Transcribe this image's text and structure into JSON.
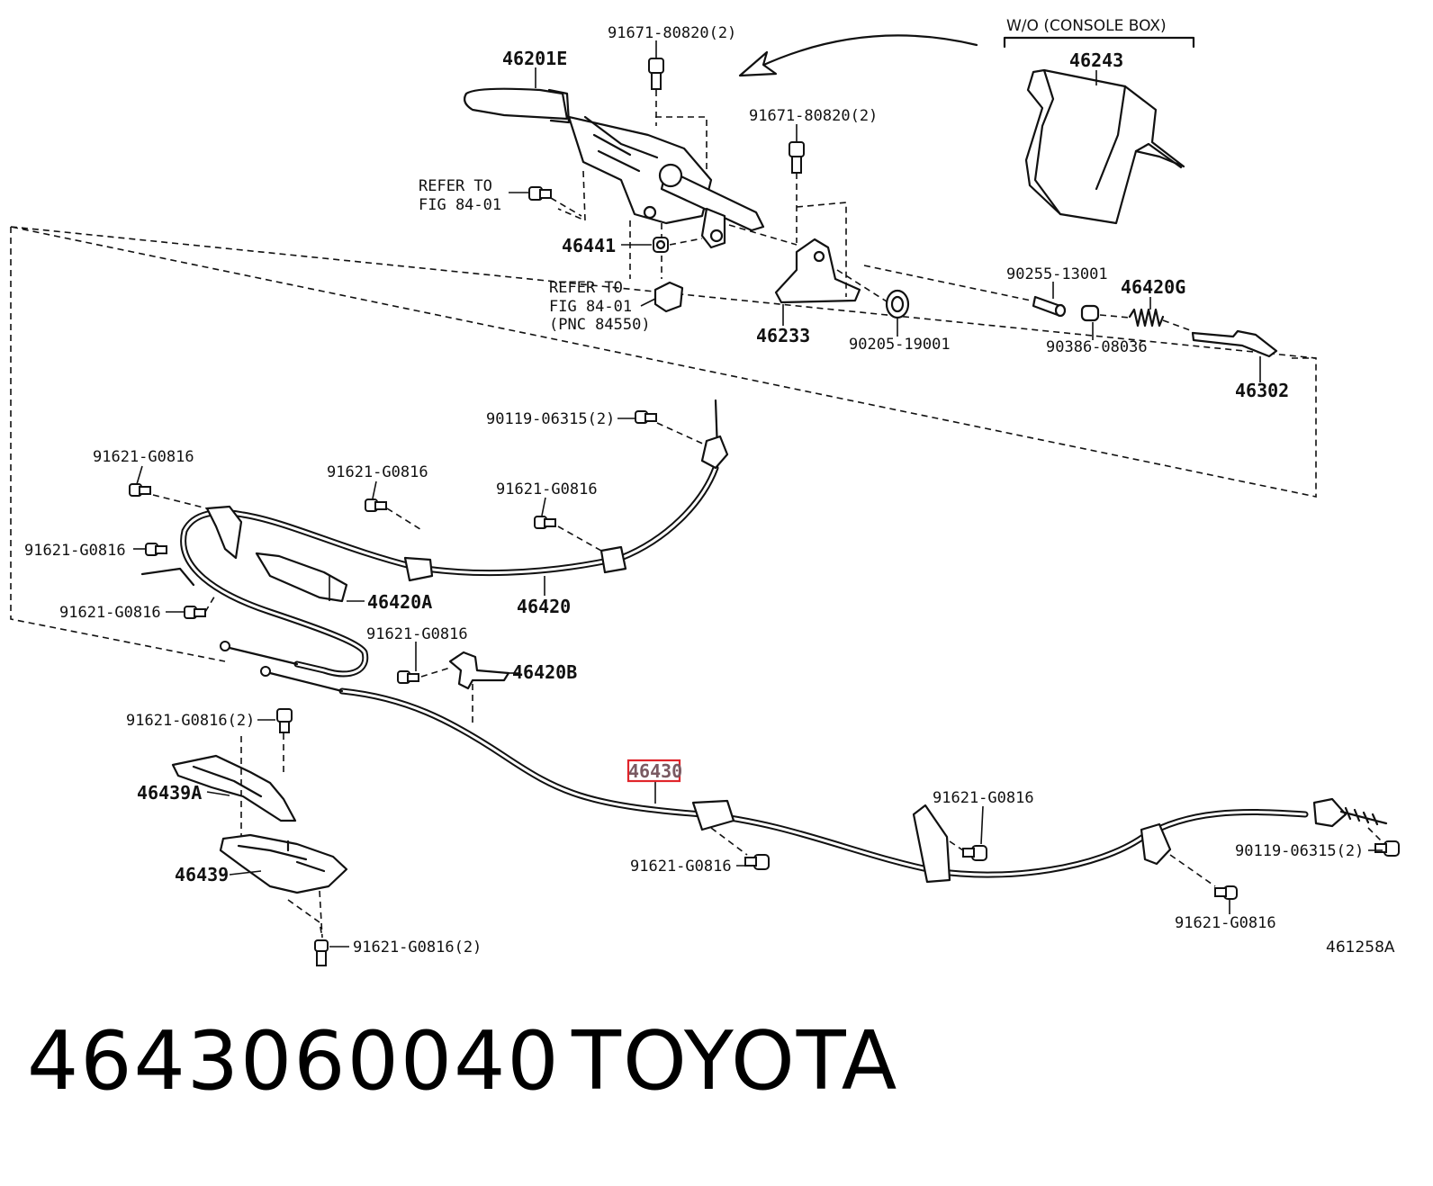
{
  "labels": {
    "p_46201E": "46201E",
    "p_91671_a": "91671-80820(2)",
    "p_91671_b": "91671-80820(2)",
    "p_wo_console": "W/O (CONSOLE BOX)",
    "p_46243": "46243",
    "p_refer1_a": "REFER TO",
    "p_refer1_b": "FIG 84-01",
    "p_46441": "46441",
    "p_refer2_a": "REFER TO",
    "p_refer2_b": "FIG 84-01",
    "p_refer2_c": "(PNC 84550)",
    "p_46233": "46233",
    "p_90205": "90205-19001",
    "p_90255": "90255-13001",
    "p_46420G": "46420G",
    "p_90386": "90386-08036",
    "p_46302": "46302",
    "p_90119_a": "90119-06315(2)",
    "p_91621_1": "91621-G0816",
    "p_91621_2": "91621-G0816",
    "p_91621_3": "91621-G0816",
    "p_91621_4": "91621-G0816",
    "p_46420A": "46420A",
    "p_46420": "46420",
    "p_91621_5": "91621-G0816",
    "p_91621_6": "91621-G0816",
    "p_46420B": "46420B",
    "p_91621_7": "91621-G0816(2)",
    "p_46430": "46430",
    "p_46439A": "46439A",
    "p_46439": "46439",
    "p_91621_8": "91621-G0816",
    "p_91621_9": "91621-G0816",
    "p_90119_b": "90119-06315(2)",
    "p_91621_10": "91621-G0816",
    "p_91621_11": "91621-G0816(2)",
    "p_ref": "461258A"
  },
  "highlight_color": "#e0252b",
  "footer": {
    "part_number": "4643060040",
    "brand": "TOYOTA"
  }
}
